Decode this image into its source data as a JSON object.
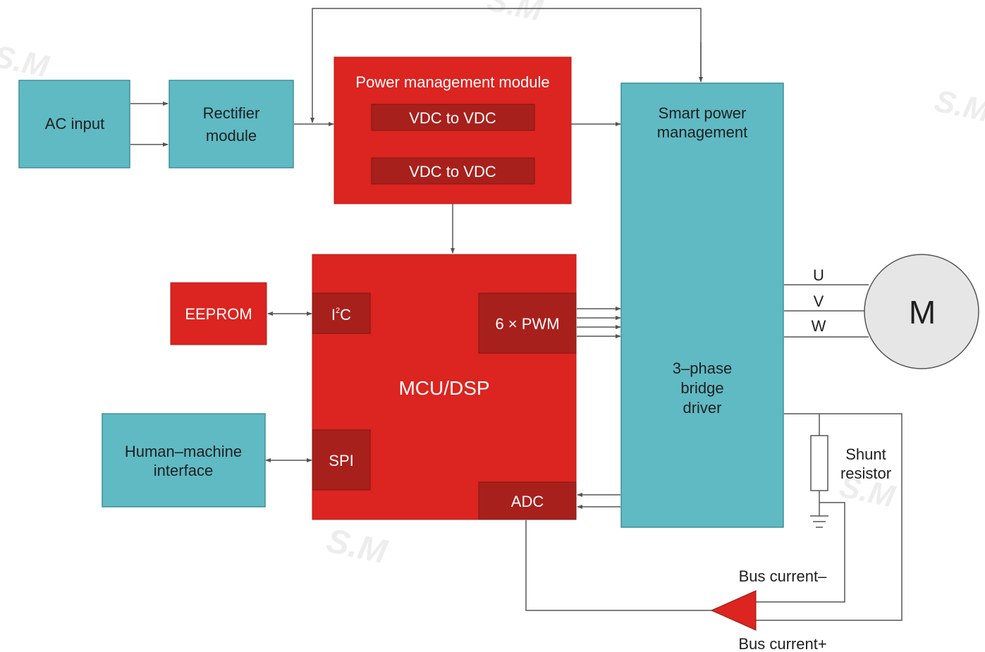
{
  "colors": {
    "teal": "#5fbac4",
    "teal_border": "#3f8f99",
    "red": "#dc2420",
    "red_dark": "#a8201c",
    "motor_fill": "#e6e6e6",
    "line": "#555555",
    "background": "#ffffff"
  },
  "blocks": {
    "ac_input": "AC input",
    "rectifier": [
      "Rectifier",
      "module"
    ],
    "power_mgmt": {
      "title": "Power management module",
      "vdc1": "VDC to VDC",
      "vdc2": "VDC to VDC"
    },
    "smart_power": [
      "Smart power",
      "management"
    ],
    "bridge_driver": [
      "3–phase",
      "bridge",
      "driver"
    ],
    "eeprom": "EEPROM",
    "hmi": [
      "Human–machine",
      "interface"
    ],
    "mcu": {
      "title": "MCU/DSP",
      "i2c_base": "I",
      "i2c_sup": "2",
      "i2c_tail": "C",
      "spi": "SPI",
      "pwm": "6 × PWM",
      "adc": "ADC"
    }
  },
  "motor": {
    "label": "M",
    "phase_u": "U",
    "phase_v": "V",
    "phase_w": "W"
  },
  "shunt": [
    "Shunt",
    "resistor"
  ],
  "bus_current_minus": "Bus current–",
  "bus_current_plus": "Bus current+",
  "watermark": "S.M"
}
